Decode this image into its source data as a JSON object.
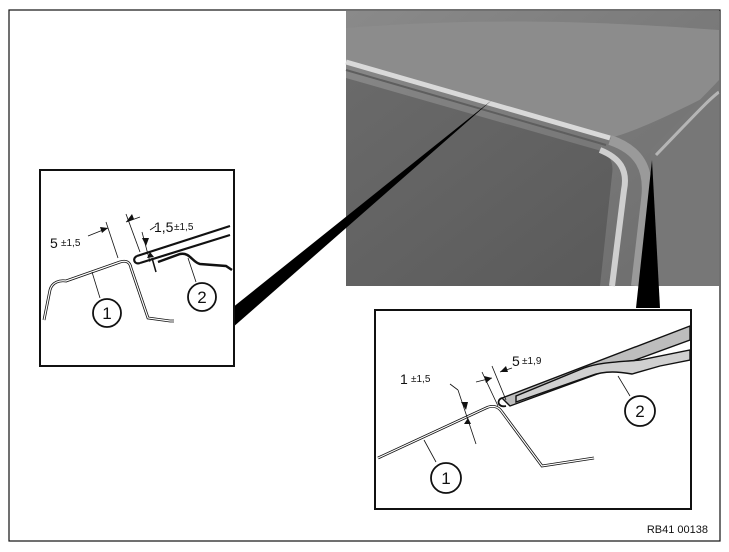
{
  "figure_code": "RB41 00138",
  "detail_left": {
    "callout_1": "1",
    "callout_2": "2",
    "dim_a": {
      "value": "5",
      "tol": "±1,5"
    },
    "dim_b": {
      "value": "1,5",
      "tol": "±1,5"
    }
  },
  "detail_right": {
    "callout_1": "1",
    "callout_2": "2",
    "dim_a": {
      "value": "1",
      "tol": "±1,5"
    },
    "dim_b": {
      "value": "5",
      "tol": "±1,9"
    }
  }
}
